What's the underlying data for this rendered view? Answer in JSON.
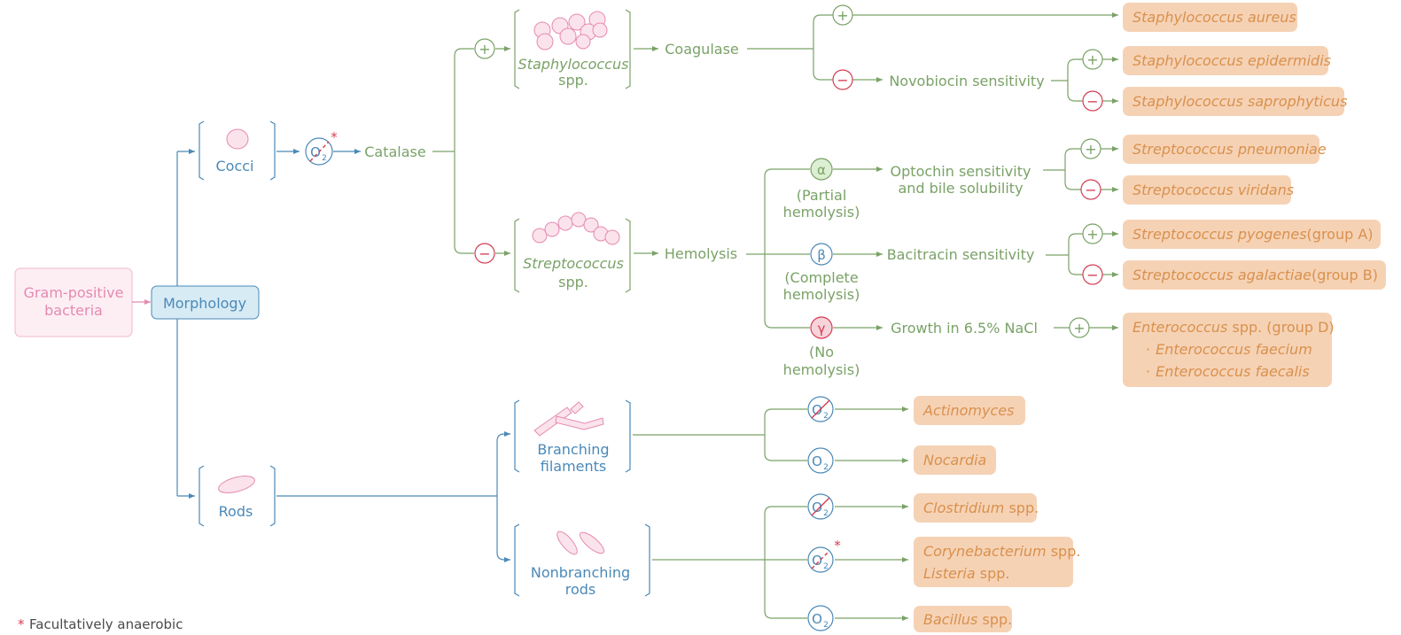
{
  "root": {
    "line1": "Gram-positive",
    "line2": "bacteria"
  },
  "morphology": "Morphology",
  "cocci": "Cocci",
  "rods": "Rods",
  "catalase": "Catalase",
  "asterisk": "*",
  "staph": {
    "line1": "Staphylococcus",
    "line2": "spp."
  },
  "strep": {
    "line1": "Streptococcus",
    "line2": "spp."
  },
  "coagulase": "Coagulase",
  "novobiocin": "Novobiocin sensitivity",
  "hemolysis": "Hemolysis",
  "hemolysis_types": {
    "alpha": {
      "symbol": "α",
      "line1": "(Partial",
      "line2": "hemolysis)"
    },
    "beta": {
      "symbol": "β",
      "line1": "(Complete",
      "line2": "hemolysis)"
    },
    "gamma": {
      "symbol": "γ",
      "line1": "(No",
      "line2": "hemolysis)"
    }
  },
  "optochin": {
    "line1": "Optochin sensitivity",
    "line2": "and bile solubility"
  },
  "bacitracin": "Bacitracin sensitivity",
  "nacl": "Growth in 6.5% NaCl",
  "branching": {
    "line1": "Branching",
    "line2": "filaments"
  },
  "nonbranching": {
    "line1": "Nonbranching",
    "line2": "rods"
  },
  "o2": "O",
  "o2_sub": "2",
  "plus": "+",
  "minus": "−",
  "results": {
    "aureus": "Staphylococcus aureus",
    "epidermidis": "Staphylococcus epidermidis",
    "saprophyticus": "Staphylococcus saprophyticus",
    "pneumoniae": "Streptococcus pneumoniae",
    "viridans": "Streptococcus viridans",
    "pyogenes": {
      "name": "Streptococcus pyogenes",
      "group": "(group A)"
    },
    "agalactiae": {
      "name": "Streptococcus agalactiae",
      "group": "(group B)"
    },
    "enterococcus": {
      "name": "Enterococcus",
      "suffix": " spp. (group D)",
      "item1": "Enterococcus faecium",
      "item2": "Enterococcus faecalis",
      "bullet": "·"
    },
    "actinomyces": "Actinomyces",
    "nocardia": "Nocardia",
    "clostridium": {
      "name": "Clostridium",
      "suffix": " spp."
    },
    "corynebacterium": {
      "name": "Corynebacterium",
      "suffix": " spp."
    },
    "listeria": {
      "name": "Listeria",
      "suffix": " spp."
    },
    "bacillus": {
      "name": "Bacillus",
      "suffix": " spp."
    }
  },
  "footnote": {
    "star": "*",
    "text": "Facultatively anaerobic"
  },
  "colors": {
    "green": "#7aa267",
    "blue": "#4b89b8",
    "pink": "#e58ab0",
    "orange": "#d8914d",
    "box_orange": "#f6d2b5",
    "red": "#d33d53"
  }
}
